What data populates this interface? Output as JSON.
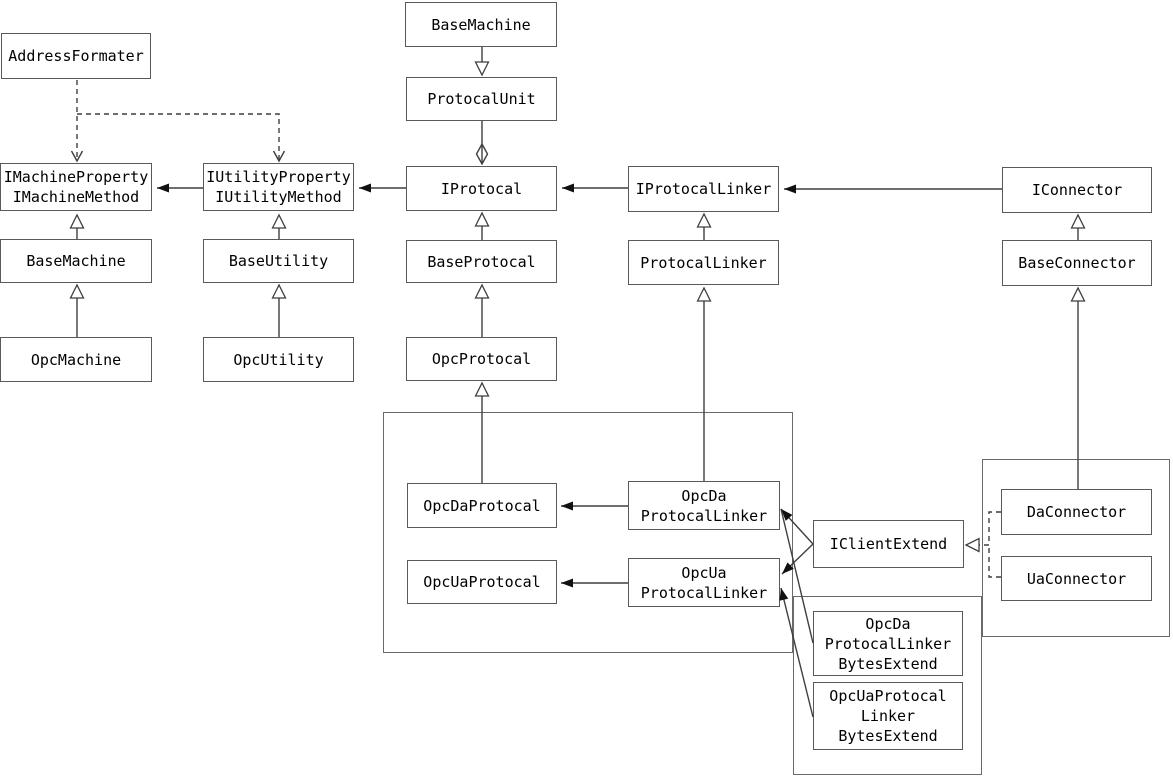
{
  "diagram": {
    "kind": "uml-class-diagram",
    "background": "#ffffff",
    "colors": {
      "box_border": "#595959",
      "line": "#3f3f3f",
      "text": "#000000"
    },
    "nodes": {
      "address_formater": {
        "lines": [
          "AddressFormater"
        ]
      },
      "i_machine": {
        "lines": [
          "IMachineProperty",
          "IMachineMethod"
        ]
      },
      "i_utility": {
        "lines": [
          "IUtilityProperty",
          "IUtilityMethod"
        ]
      },
      "base_machine_left": {
        "lines": [
          "BaseMachine"
        ]
      },
      "opc_machine": {
        "lines": [
          "OpcMachine"
        ]
      },
      "base_utility": {
        "lines": [
          "BaseUtility"
        ]
      },
      "opc_utility": {
        "lines": [
          "OpcUtility"
        ]
      },
      "base_machine_top": {
        "lines": [
          "BaseMachine"
        ]
      },
      "protocal_unit": {
        "lines": [
          "ProtocalUnit"
        ]
      },
      "i_protocal": {
        "lines": [
          "IProtocal"
        ]
      },
      "base_protocal": {
        "lines": [
          "BaseProtocal"
        ]
      },
      "opc_protocal": {
        "lines": [
          "OpcProtocal"
        ]
      },
      "i_protocal_linker": {
        "lines": [
          "IProtocalLinker"
        ]
      },
      "protocal_linker": {
        "lines": [
          "ProtocalLinker"
        ]
      },
      "i_connector": {
        "lines": [
          "IConnector"
        ]
      },
      "base_connector": {
        "lines": [
          "BaseConnector"
        ]
      },
      "opc_da_protocal": {
        "lines": [
          "OpcDaProtocal"
        ]
      },
      "opc_ua_protocal": {
        "lines": [
          "OpcUaProtocal"
        ]
      },
      "opc_da_protocal_linker": {
        "lines": [
          "OpcDa",
          "ProtocalLinker"
        ]
      },
      "opc_ua_protocal_linker": {
        "lines": [
          "OpcUa",
          "ProtocalLinker"
        ]
      },
      "i_client_extend": {
        "lines": [
          "IClientExtend"
        ]
      },
      "da_connector": {
        "lines": [
          "DaConnector"
        ]
      },
      "ua_connector": {
        "lines": [
          "UaConnector"
        ]
      },
      "opc_da_protocal_linker_bytes_extend": {
        "lines": [
          "OpcDa",
          "ProtocalLinker",
          "BytesExtend"
        ]
      },
      "opc_ua_protocal_linker_bytes_extend": {
        "lines": [
          "OpcUaProtocal",
          "Linker",
          "BytesExtend"
        ]
      }
    },
    "relationships": [
      {
        "from": "AddressFormater",
        "to": "IMachineProperty/IMachineMethod",
        "type": "dependency-dashed"
      },
      {
        "from": "AddressFormater",
        "to": "IUtilityProperty/IUtilityMethod",
        "type": "dependency-dashed"
      },
      {
        "from": "IUtilityProperty/IUtilityMethod",
        "to": "IMachineProperty/IMachineMethod",
        "type": "association-arrow"
      },
      {
        "from": "IProtocal",
        "to": "IUtilityProperty/IUtilityMethod",
        "type": "association-arrow"
      },
      {
        "from": "BaseMachine(left)",
        "to": "IMachineProperty/IMachineMethod",
        "type": "inheritance"
      },
      {
        "from": "OpcMachine",
        "to": "BaseMachine(left)",
        "type": "inheritance"
      },
      {
        "from": "BaseUtility",
        "to": "IUtilityProperty/IUtilityMethod",
        "type": "inheritance"
      },
      {
        "from": "OpcUtility",
        "to": "BaseUtility",
        "type": "inheritance"
      },
      {
        "from": "BaseMachine(top)",
        "to": "ProtocalUnit",
        "type": "inheritance-down"
      },
      {
        "from": "ProtocalUnit",
        "to": "IProtocal",
        "type": "aggregation-diamond"
      },
      {
        "from": "BaseProtocal",
        "to": "IProtocal",
        "type": "inheritance"
      },
      {
        "from": "OpcProtocal",
        "to": "BaseProtocal",
        "type": "inheritance"
      },
      {
        "from": "OpcDaProtocal",
        "to": "OpcProtocal",
        "type": "inheritance"
      },
      {
        "from": "IProtocalLinker",
        "to": "IProtocal",
        "type": "association-arrow"
      },
      {
        "from": "ProtocalLinker",
        "to": "IProtocalLinker",
        "type": "inheritance"
      },
      {
        "from": "OpcDaProtocalLinker",
        "to": "ProtocalLinker",
        "type": "inheritance"
      },
      {
        "from": "IConnector",
        "to": "IProtocalLinker",
        "type": "association-arrow"
      },
      {
        "from": "BaseConnector",
        "to": "IConnector",
        "type": "inheritance"
      },
      {
        "from": "DaConnector",
        "to": "BaseConnector",
        "type": "inheritance"
      },
      {
        "from": "OpcDaProtocalLinker",
        "to": "OpcDaProtocal",
        "type": "association-arrow"
      },
      {
        "from": "OpcUaProtocalLinker",
        "to": "OpcUaProtocal",
        "type": "association-arrow"
      },
      {
        "from": "IClientExtend",
        "to": "OpcDaProtocalLinker",
        "type": "association-arrow"
      },
      {
        "from": "IClientExtend",
        "to": "OpcUaProtocalLinker",
        "type": "association-arrow"
      },
      {
        "from": "OpcDaProtocalLinkerBytesExtend",
        "to": "OpcDaProtocalLinker",
        "type": "association-arrow"
      },
      {
        "from": "OpcUaProtocalLinkerBytesExtend",
        "to": "OpcUaProtocalLinker",
        "type": "association-arrow"
      },
      {
        "from": "DaConnector",
        "to": "IClientExtend",
        "type": "realization-dashed"
      },
      {
        "from": "UaConnector",
        "to": "IClientExtend",
        "type": "realization-dashed"
      }
    ]
  }
}
